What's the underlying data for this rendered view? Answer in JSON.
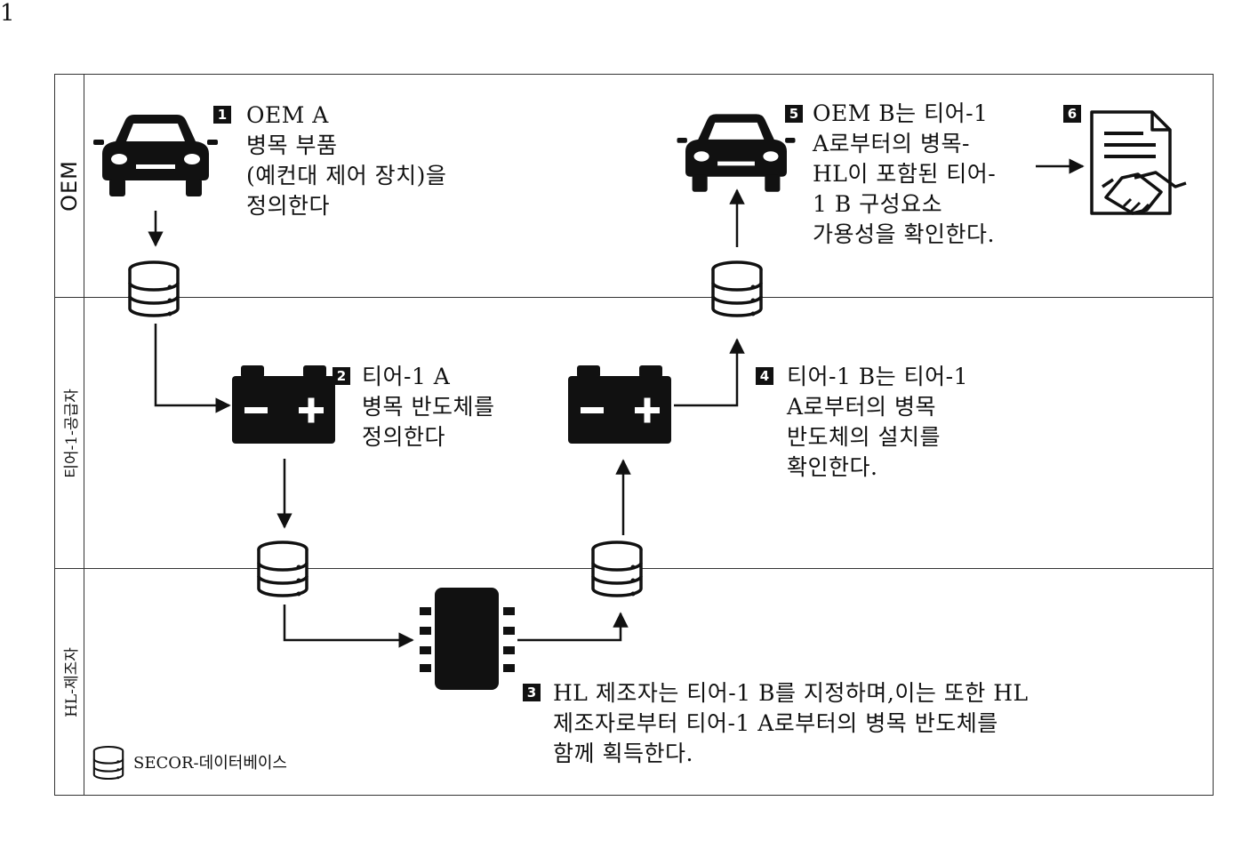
{
  "figure_number": "1",
  "lanes": {
    "oem": "OEM",
    "tier1": "티어-1-공급자",
    "hl": "HL-제조자"
  },
  "steps": [
    {
      "number": "1",
      "text": "OEM A\n병목 부품\n(예컨대 제어 장치)을\n정의한다"
    },
    {
      "number": "2",
      "text": "티어-1 A\n병목 반도체를\n정의한다"
    },
    {
      "number": "3",
      "text": "HL 제조자는 티어-1 B를 지정하며,이는 또한 HL\n제조자로부터 티어-1 A로부터의 병목 반도체를\n함께 획득한다."
    },
    {
      "number": "4",
      "text": "티어-1 B는 티어-1\nA로부터의 병목\n반도체의 설치를\n확인한다."
    },
    {
      "number": "5",
      "text": "OEM B는 티어-1\nA로부터의 병목-\nHL이 포함된 티어-\n1 B 구성요소\n가용성을 확인한다."
    },
    {
      "number": "6",
      "text": ""
    }
  ],
  "legend": {
    "icon": "database-icon",
    "label": "SECOR-데이터베이스"
  },
  "icons": {
    "car": "car-icon",
    "battery": "battery-icon",
    "chip": "chip-icon",
    "database": "database-icon",
    "contract": "contract-handshake-icon"
  }
}
